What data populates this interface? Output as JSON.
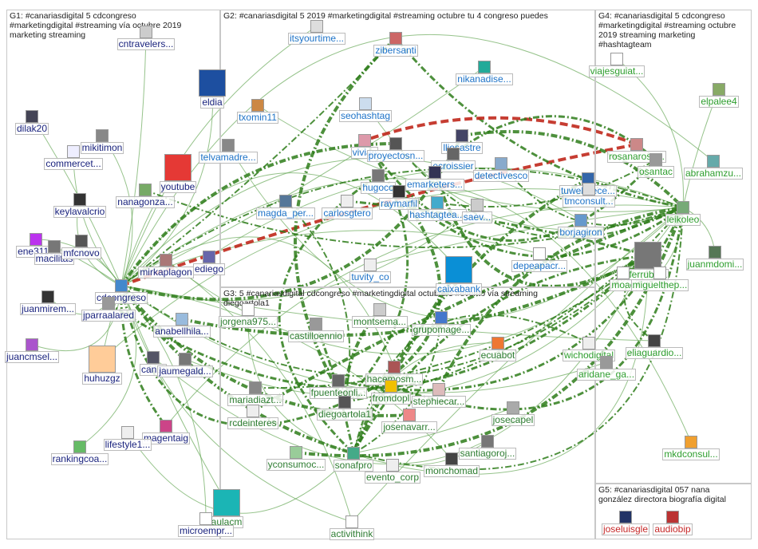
{
  "groups": [
    {
      "id": "G1",
      "title_lines": [
        "G1: #canariasdigital 5 cdcongreso",
        "#marketingdigital #streaming vía octubre 2019",
        "marketing streaming"
      ]
    },
    {
      "id": "G2",
      "title_lines": [
        "G2: #canariasdigital 5 2019 #marketingdigital #streaming octubre tu 4 congreso puedes"
      ]
    },
    {
      "id": "G3",
      "title_lines": [
        "G3: 5 #canariasdigital cdcongreso #marketingdigital octubre 3 #evento vía streaming",
        "diegoartola1"
      ]
    },
    {
      "id": "G4",
      "title_lines": [
        "G4: #canariasdigital 5 cdcongreso",
        "#marketingdigital #streaming octubre",
        "2019 streaming marketing",
        "#hashtagteam"
      ]
    },
    {
      "id": "G5",
      "title_lines": [
        "G5: #canariasdigital 057 nana",
        "gonzález directora biografía digital"
      ]
    }
  ],
  "colors": {
    "edge": "#2e7d1a",
    "edge_light": "#6aaa5a",
    "edge_red": "#c0281c",
    "box": "#c8c8c8"
  },
  "nodes": [
    {
      "name": "cntravelers-node",
      "label": "cntravelers...",
      "group": "g1",
      "color": "#cccccc"
    },
    {
      "name": "eldia-node",
      "label": "eldia",
      "group": "g1",
      "color": "#1d4fa0"
    },
    {
      "name": "dilak20-node",
      "label": "dilak20",
      "group": "g1",
      "color": "#445"
    },
    {
      "name": "mikitimon-node",
      "label": "mikitimon",
      "group": "g1",
      "color": "#888"
    },
    {
      "name": "commercet-node",
      "label": "commercet...",
      "group": "g1",
      "color": "#eef"
    },
    {
      "name": "youtube-node",
      "label": "youtube",
      "group": "g1",
      "color": "#e53935"
    },
    {
      "name": "nanagonza-node",
      "label": "nanagonza...",
      "group": "g1",
      "color": "#7a6"
    },
    {
      "name": "keylavalcrio-node",
      "label": "keylavalcrio",
      "group": "g1",
      "color": "#333"
    },
    {
      "name": "ene31-node",
      "label": "ene3110",
      "group": "g1",
      "color": "#b3e"
    },
    {
      "name": "macilitas-node",
      "label": "macilitas",
      "group": "g1",
      "color": "#777"
    },
    {
      "name": "mfcnovo-node",
      "label": "mfcnovo",
      "group": "g1",
      "color": "#555"
    },
    {
      "name": "mirkaplagon-node",
      "label": "mirkaplagon",
      "group": "g1",
      "color": "#a77"
    },
    {
      "name": "ediego-node",
      "label": "ediego",
      "group": "g1",
      "color": "#66a"
    },
    {
      "name": "cdcongreso-node",
      "label": "cdcongreso",
      "group": "g1",
      "color": "#48c"
    },
    {
      "name": "juanmirem-node",
      "label": "juanmirem...",
      "group": "g1",
      "color": "#333"
    },
    {
      "name": "jparraalared-node",
      "label": "jparraalared",
      "group": "g1",
      "color": "#999"
    },
    {
      "name": "anabellhila-node",
      "label": "anabellhila...",
      "group": "g1",
      "color": "#9bd"
    },
    {
      "name": "juancmsel-node",
      "label": "juancmsel...",
      "group": "g1",
      "color": "#a5c"
    },
    {
      "name": "huhuzgz-node",
      "label": "huhuzgz",
      "group": "g1",
      "color": "#fc9"
    },
    {
      "name": "canar-node",
      "label": "canar",
      "group": "g1",
      "color": "#556"
    },
    {
      "name": "jaumegald-node",
      "label": "jaumegald...",
      "group": "g1",
      "color": "#777"
    },
    {
      "name": "magentaig-node",
      "label": "magentaig",
      "group": "g1",
      "color": "#c48"
    },
    {
      "name": "lifestyle-node",
      "label": "lifestyle1...",
      "group": "g1",
      "color": "#eee"
    },
    {
      "name": "rankingcoa-node",
      "label": "rankingcoa...",
      "group": "g1",
      "color": "#6b6"
    },
    {
      "name": "itsyourtime-node",
      "label": "itsyourtime...",
      "group": "g2",
      "color": "#ddd"
    },
    {
      "name": "zibersanti-node",
      "label": "zibersanti",
      "group": "g2",
      "color": "#c66"
    },
    {
      "name": "nikanadise-node",
      "label": "nikanadise...",
      "group": "g2",
      "color": "#2a9"
    },
    {
      "name": "txomin11-node",
      "label": "txomin11",
      "group": "g2",
      "color": "#c84"
    },
    {
      "name": "seohashtag-node",
      "label": "seohashtag",
      "group": "g2",
      "color": "#cde"
    },
    {
      "name": "telvamadre-node",
      "label": "telvamadre...",
      "group": "g2",
      "color": "#888"
    },
    {
      "name": "vivian-node",
      "label": "vivian",
      "group": "g2",
      "color": "#d9a"
    },
    {
      "name": "proyectosn-node",
      "label": "proyectosn...",
      "group": "g2",
      "color": "#555"
    },
    {
      "name": "lliesastre-node",
      "label": "lliesastre",
      "group": "g2",
      "color": "#446"
    },
    {
      "name": "ecroissier-node",
      "label": "ecroissier",
      "group": "g2",
      "color": "#666"
    },
    {
      "name": "detectivesco-node",
      "label": "detectivesco",
      "group": "g2",
      "color": "#8ac"
    },
    {
      "name": "hugoco-node",
      "label": "hugoco",
      "group": "g2",
      "color": "#777"
    },
    {
      "name": "emarketers-node",
      "label": "emarketers...",
      "group": "g2",
      "color": "#335"
    },
    {
      "name": "magda-node",
      "label": "magda_per...",
      "group": "g2",
      "color": "#579"
    },
    {
      "name": "carlosgtero-node",
      "label": "carlosgtero",
      "group": "g2",
      "color": "#eee"
    },
    {
      "name": "raymarfil-node",
      "label": "raymarfil",
      "group": "g2",
      "color": "#333"
    },
    {
      "name": "hashtagtea-node",
      "label": "hashtagtea...",
      "group": "g2",
      "color": "#4ac"
    },
    {
      "name": "saev-node",
      "label": "saev...",
      "group": "g2",
      "color": "#ccc"
    },
    {
      "name": "tuwebdece-node",
      "label": "tuwebdece...",
      "group": "g2",
      "color": "#36a"
    },
    {
      "name": "tmconsult-node",
      "label": "tmconsult...",
      "group": "g2",
      "color": "#ddd"
    },
    {
      "name": "borjagiron-node",
      "label": "borjagiron",
      "group": "g2",
      "color": "#69c"
    },
    {
      "name": "tuvity-node",
      "label": "tuvity_co",
      "group": "g2",
      "color": "#eee"
    },
    {
      "name": "caixabank-node",
      "label": "caixabank",
      "group": "g2",
      "color": "#0a8fd6"
    },
    {
      "name": "depeapacr-node",
      "label": "depeapacr...",
      "group": "g2",
      "color": "#fff"
    },
    {
      "name": "castilloennio-node",
      "label": "castilloennio",
      "group": "g3",
      "color": "#999"
    },
    {
      "name": "montsema-node",
      "label": "montsema...",
      "group": "g3",
      "color": "#ccc"
    },
    {
      "name": "grupomage-node",
      "label": "grupomage...",
      "group": "g3",
      "color": "#47c"
    },
    {
      "name": "ecuabot-node",
      "label": "ecuabot",
      "group": "g3",
      "color": "#e73"
    },
    {
      "name": "hacemosm-node",
      "label": "hacemosm...",
      "group": "g3",
      "color": "#a55"
    },
    {
      "name": "fpuenteonli-node",
      "label": "fpuenteonli...",
      "group": "g3",
      "color": "#666"
    },
    {
      "name": "fromdopl-node",
      "label": "fromdopl",
      "group": "g3",
      "color": "#f0c000"
    },
    {
      "name": "stephiecar-node",
      "label": "stephiecar...",
      "group": "g3",
      "color": "#dbb"
    },
    {
      "name": "mariadiazt-node",
      "label": "mariadiazt...",
      "group": "g3",
      "color": "#888"
    },
    {
      "name": "diegoartola1-node",
      "label": "diegoartola1",
      "group": "g3",
      "color": "#555"
    },
    {
      "name": "josenavarr-node",
      "label": "josenavarr...",
      "group": "g3",
      "color": "#e88"
    },
    {
      "name": "josecapel-node",
      "label": "josecapel",
      "group": "g3",
      "color": "#aaa"
    },
    {
      "name": "rcdeinteres-node",
      "label": "rcdeinteres",
      "group": "g3",
      "color": "#eee"
    },
    {
      "name": "santiagoroj-node",
      "label": "santiagoroj...",
      "group": "g3",
      "color": "#777"
    },
    {
      "name": "yconsumoc-node",
      "label": "yconsumoc...",
      "group": "g3",
      "color": "#9c9"
    },
    {
      "name": "sonafpro-node",
      "label": "sonafpro",
      "group": "g3",
      "color": "#4a8"
    },
    {
      "name": "evento-node",
      "label": "evento_corp",
      "group": "g3",
      "color": "#eee"
    },
    {
      "name": "monchomad-node",
      "label": "monchomad",
      "group": "g3",
      "color": "#444"
    },
    {
      "name": "activithink-node",
      "label": "activithink",
      "group": "g3",
      "color": "#fff"
    },
    {
      "name": "aulacm-node",
      "label": "aulacm",
      "group": "g3",
      "color": "#1bb5b5"
    },
    {
      "name": "microempr-node",
      "label": "microempr...",
      "group": "g1",
      "color": "#fff"
    },
    {
      "name": "jorgena-node",
      "label": "jorgena975...",
      "group": "g3",
      "color": "#fff"
    },
    {
      "name": "viajesguiat-node",
      "label": "viajesguiat...",
      "group": "g4",
      "color": "#fff"
    },
    {
      "name": "elpalee4-node",
      "label": "elpalee4",
      "group": "g4",
      "color": "#8a6"
    },
    {
      "name": "rosanarosa-node",
      "label": "rosanarosa...",
      "group": "g4",
      "color": "#c88"
    },
    {
      "name": "osantac-node",
      "label": "osantac",
      "group": "g4",
      "color": "#999"
    },
    {
      "name": "abrahamzu-node",
      "label": "abrahamzu...",
      "group": "g4",
      "color": "#6aa"
    },
    {
      "name": "leikoleo-node",
      "label": "leikoleo",
      "group": "g4",
      "color": "#7a7"
    },
    {
      "name": "ferrubioa-node",
      "label": "ferrubioa",
      "group": "g4",
      "color": "#777"
    },
    {
      "name": "juanmdomi-node",
      "label": "juanmdomi...",
      "group": "g4",
      "color": "#575"
    },
    {
      "name": "moac-node",
      "label": "moac",
      "group": "g4",
      "color": "#fff"
    },
    {
      "name": "miguelthep-node",
      "label": "miguelthep...",
      "group": "g4",
      "color": "#fff"
    },
    {
      "name": "eliaguardio-node",
      "label": "eliaguardio...",
      "group": "g4",
      "color": "#444"
    },
    {
      "name": "wichodig-node",
      "label": "wichodigital",
      "group": "g4",
      "color": "#eee"
    },
    {
      "name": "aridane-node",
      "label": "aridane_ga...",
      "group": "g4",
      "color": "#999"
    },
    {
      "name": "mkdconsul-node",
      "label": "mkdconsul...",
      "group": "g4",
      "color": "#f0a030"
    },
    {
      "name": "joseluisgle-node",
      "label": "joseluisgle",
      "group": "g5",
      "color": "#236"
    },
    {
      "name": "audiobip-node",
      "label": "audiobip",
      "group": "g5",
      "color": "#b33"
    }
  ]
}
